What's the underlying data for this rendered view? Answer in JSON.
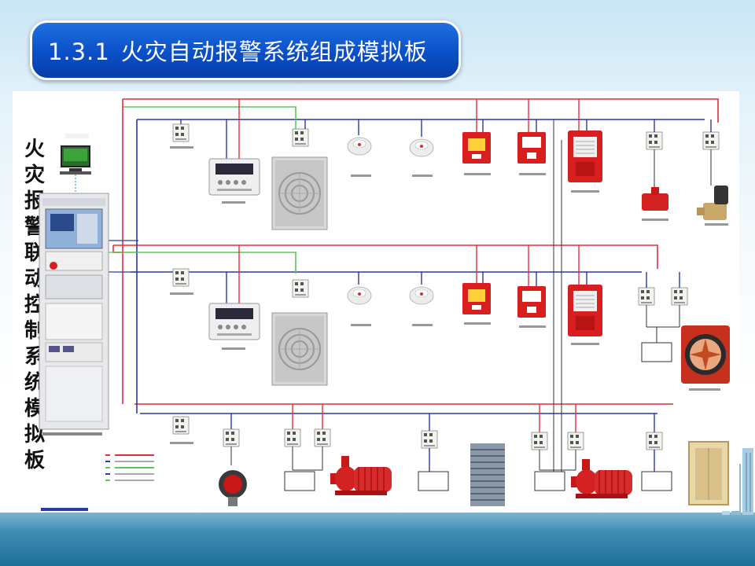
{
  "title": {
    "number": "1.3.1",
    "text": "火灾自动报警系统组成模拟板"
  },
  "side_label": [
    "火",
    "灾",
    "报",
    "警",
    "联",
    "动",
    "控",
    "制",
    "系",
    "统",
    "模",
    "拟",
    "板"
  ],
  "colors": {
    "title_bg": "#0a4fc8",
    "line_red": "#e0303a",
    "line_blue": "#2a3aa8",
    "line_green": "#5cc85c",
    "device_red": "#d81e1e"
  },
  "icons": [
    "monitor-icon",
    "control-cabinet-icon",
    "isolator-module-icon",
    "display-panel-icon",
    "speaker-icon",
    "smoke-detector-icon",
    "manual-alarm-button-icon",
    "hydrant-button-icon",
    "sound-light-alarm-icon",
    "flow-switch-icon",
    "solenoid-valve-icon",
    "fan-icon",
    "pump-icon",
    "shutter-door-icon",
    "elevator-icon"
  ]
}
